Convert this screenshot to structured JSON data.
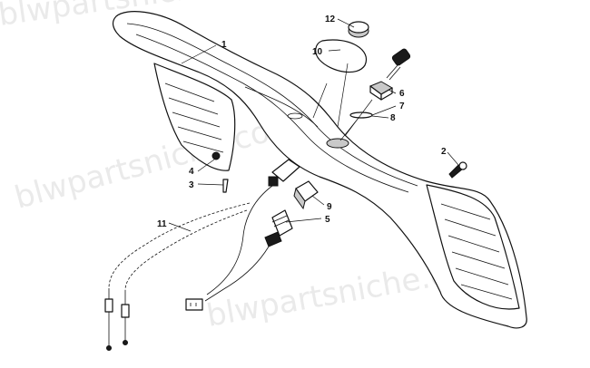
{
  "diagram": {
    "watermark": "blwpartsniche.com",
    "callouts": [
      {
        "id": "c1",
        "label": "1"
      },
      {
        "id": "c2",
        "label": "2"
      },
      {
        "id": "c3",
        "label": "3"
      },
      {
        "id": "c4",
        "label": "4"
      },
      {
        "id": "c5",
        "label": "5"
      },
      {
        "id": "c6",
        "label": "6"
      },
      {
        "id": "c7",
        "label": "7"
      },
      {
        "id": "c8",
        "label": "8"
      },
      {
        "id": "c9",
        "label": "9"
      },
      {
        "id": "c10",
        "label": "10"
      },
      {
        "id": "c11",
        "label": "11"
      },
      {
        "id": "c12",
        "label": "12"
      }
    ]
  }
}
